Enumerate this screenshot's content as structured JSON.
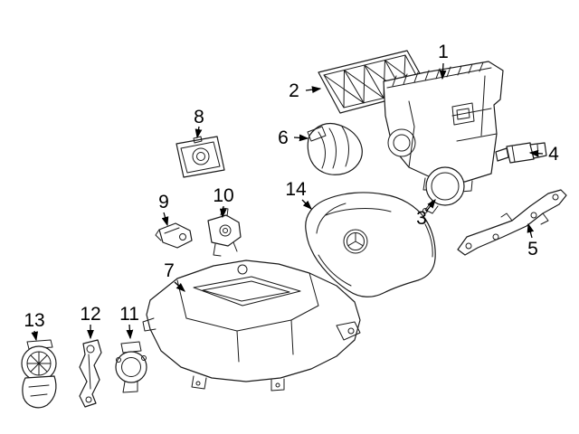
{
  "figure": {
    "type": "exploded-parts-diagram",
    "background_color": "#ffffff",
    "line_color": "#1a1a1a",
    "callouts": [
      {
        "label": "1"
      },
      {
        "label": "2"
      },
      {
        "label": "3"
      },
      {
        "label": "4"
      },
      {
        "label": "5"
      },
      {
        "label": "6"
      },
      {
        "label": "7"
      },
      {
        "label": "8"
      },
      {
        "label": "9"
      },
      {
        "label": "10"
      },
      {
        "label": "11"
      },
      {
        "label": "12"
      },
      {
        "label": "13"
      },
      {
        "label": "14"
      }
    ]
  }
}
